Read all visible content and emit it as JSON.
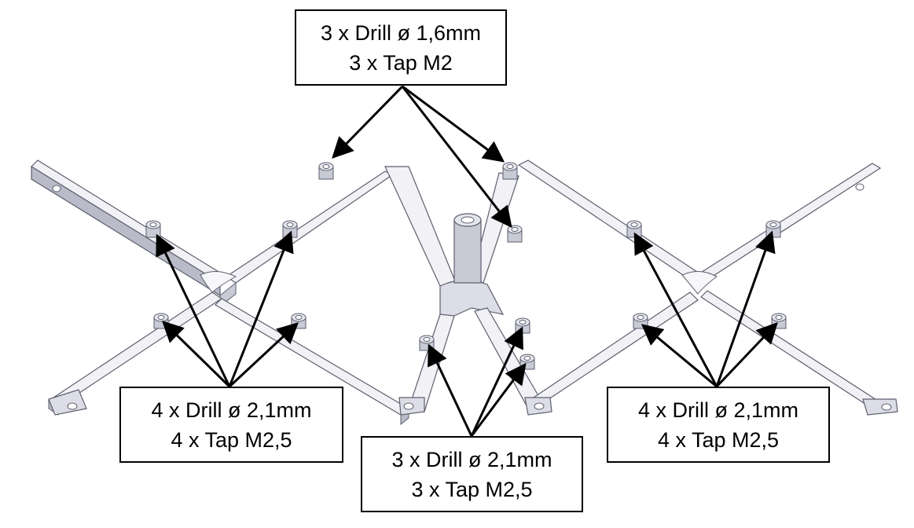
{
  "callouts": {
    "top": {
      "line1": "3 x Drill ø 1,6mm",
      "line2": "3 x Tap M2"
    },
    "left": {
      "line1": "4 x Drill ø 2,1mm",
      "line2": "4 x Tap M2,5"
    },
    "middle": {
      "line1": "3 x Drill ø 2,1mm",
      "line2": "3 x Tap M2,5"
    },
    "right": {
      "line1": "4 x Drill ø 2,1mm",
      "line2": "4 x Tap M2,5"
    }
  },
  "colors": {
    "frame_fill": "#dcdde6",
    "frame_top": "#f1f1f6",
    "frame_edge": "#5d5f6e",
    "arrow": "#000000"
  }
}
